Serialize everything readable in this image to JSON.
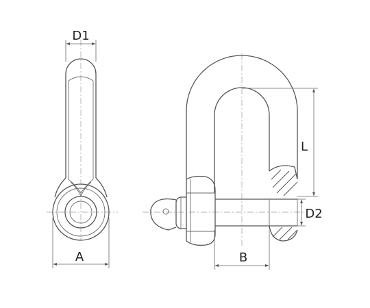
{
  "labels": {
    "d1": "D1",
    "a": "A",
    "l": "L",
    "d2": "D2",
    "b": "B"
  },
  "colors": {
    "line": "#555555",
    "text": "#222222",
    "background": "#ffffff"
  }
}
